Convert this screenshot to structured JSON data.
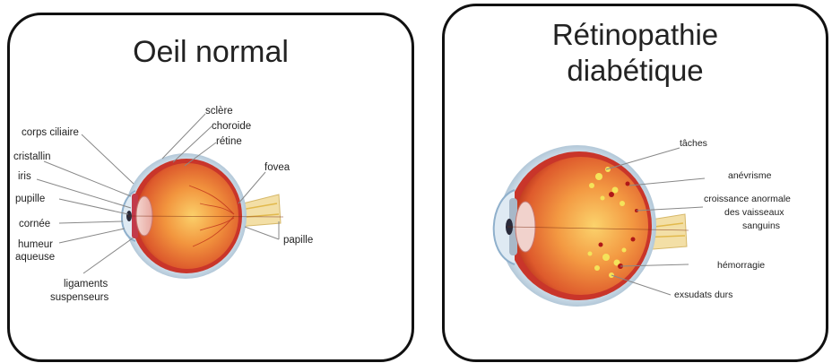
{
  "normal": {
    "title": "Oeil normal",
    "labels": {
      "corps_ciliaire": "corps ciliaire",
      "cristallin": "cristallin",
      "iris": "iris",
      "pupille": "pupille",
      "cornee": "cornée",
      "humeur_l1": "humeur",
      "humeur_l2": "aqueuse",
      "ligaments_l1": "ligaments",
      "ligaments_l2": "suspenseurs",
      "sclere": "sclère",
      "choroide": "choroide",
      "retine": "rétine",
      "fovea": "fovea",
      "papille": "papille"
    }
  },
  "diabetic": {
    "title_l1": "Rétinopathie",
    "title_l2": "diabétique",
    "labels": {
      "taches": "tâches",
      "anevrisme": "anévrisme",
      "croissance_l1": "croissance anormale",
      "croissance_l2": "des vaisseaux",
      "croissance_l3": "sanguins",
      "hemorragie": "hémorragie",
      "exsudats": "exsudats durs"
    }
  },
  "colors": {
    "outline": "#111111",
    "eye_red": "#d84a2a",
    "eye_orange": "#f2a24a",
    "sclera_blue": "#9ab6cc",
    "lesion_yellow": "#f4e35a",
    "lesion_red": "#b01818"
  }
}
